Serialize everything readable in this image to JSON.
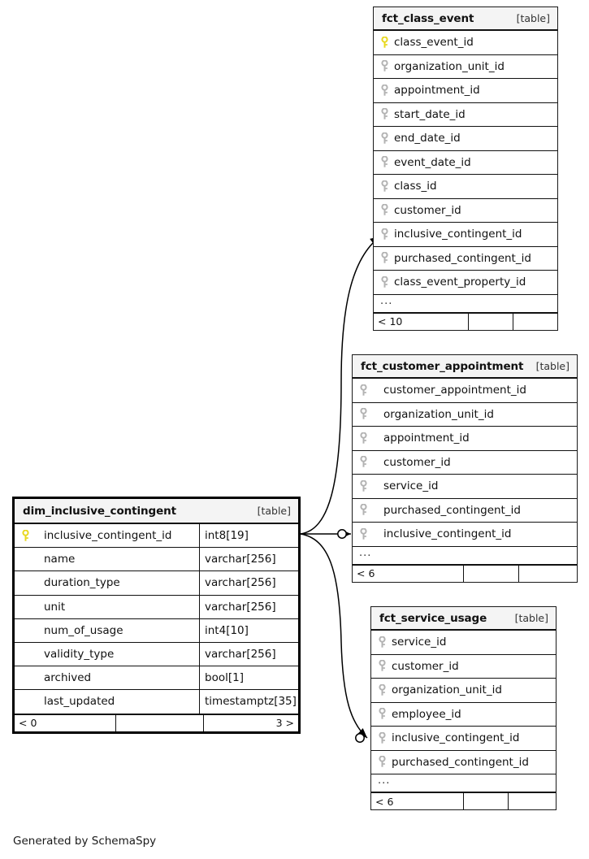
{
  "diagram": {
    "type": "entity-relationship-diagram",
    "generator_credit": "Generated by SchemaSpy",
    "table_tag": "[table]",
    "ellipsis": "...",
    "key_icon_primary": "primary-key-icon",
    "key_icon_foreign": "foreign-key-icon",
    "colors": {
      "primary_key": "#e8d820",
      "foreign_key": "#b3b3b3",
      "header_bg": "#f4f4f4",
      "border": "#111111",
      "page_bg": "#ffffff"
    }
  },
  "tables": {
    "fct_class_event": {
      "name": "fct_class_event",
      "tag": "[table]",
      "columns": [
        {
          "name": "class_event_id",
          "key": "primary"
        },
        {
          "name": "organization_unit_id",
          "key": "foreign"
        },
        {
          "name": "appointment_id",
          "key": "foreign"
        },
        {
          "name": "start_date_id",
          "key": "foreign"
        },
        {
          "name": "end_date_id",
          "key": "foreign"
        },
        {
          "name": "event_date_id",
          "key": "foreign"
        },
        {
          "name": "class_id",
          "key": "foreign"
        },
        {
          "name": "customer_id",
          "key": "foreign"
        },
        {
          "name": "inclusive_contingent_id",
          "key": "foreign"
        },
        {
          "name": "purchased_contingent_id",
          "key": "foreign"
        },
        {
          "name": "class_event_property_id",
          "key": "foreign"
        }
      ],
      "more_indicator": "...",
      "footer": [
        "< 10",
        "",
        ""
      ]
    },
    "fct_customer_appointment": {
      "name": "fct_customer_appointment",
      "tag": "[table]",
      "columns": [
        {
          "name": "customer_appointment_id",
          "key": "foreign"
        },
        {
          "name": "organization_unit_id",
          "key": "foreign"
        },
        {
          "name": "appointment_id",
          "key": "foreign"
        },
        {
          "name": "customer_id",
          "key": "foreign"
        },
        {
          "name": "service_id",
          "key": "foreign"
        },
        {
          "name": "purchased_contingent_id",
          "key": "foreign"
        },
        {
          "name": "inclusive_contingent_id",
          "key": "foreign"
        }
      ],
      "more_indicator": "...",
      "footer": [
        "< 6",
        "",
        ""
      ]
    },
    "fct_service_usage": {
      "name": "fct_service_usage",
      "tag": "[table]",
      "columns": [
        {
          "name": "service_id",
          "key": "foreign"
        },
        {
          "name": "customer_id",
          "key": "foreign"
        },
        {
          "name": "organization_unit_id",
          "key": "foreign"
        },
        {
          "name": "employee_id",
          "key": "foreign"
        },
        {
          "name": "inclusive_contingent_id",
          "key": "foreign"
        },
        {
          "name": "purchased_contingent_id",
          "key": "foreign"
        }
      ],
      "more_indicator": "...",
      "footer": [
        "< 6",
        "",
        ""
      ]
    },
    "dim_inclusive_contingent": {
      "name": "dim_inclusive_contingent",
      "tag": "[table]",
      "columns": [
        {
          "name": "inclusive_contingent_id",
          "type": "int8[19]",
          "key": "primary"
        },
        {
          "name": "name",
          "type": "varchar[256]",
          "key": "none"
        },
        {
          "name": "duration_type",
          "type": "varchar[256]",
          "key": "none"
        },
        {
          "name": "unit",
          "type": "varchar[256]",
          "key": "none"
        },
        {
          "name": "num_of_usage",
          "type": "int4[10]",
          "key": "none"
        },
        {
          "name": "validity_type",
          "type": "varchar[256]",
          "key": "none"
        },
        {
          "name": "archived",
          "type": "bool[1]",
          "key": "none"
        },
        {
          "name": "last_updated",
          "type": "timestamptz[35]",
          "key": "none"
        }
      ],
      "footer": [
        "< 0",
        "",
        "3 >"
      ]
    }
  },
  "relationships": [
    {
      "from": "dim_inclusive_contingent.inclusive_contingent_id",
      "to": "fct_class_event.inclusive_contingent_id"
    },
    {
      "from": "dim_inclusive_contingent.inclusive_contingent_id",
      "to": "fct_customer_appointment.inclusive_contingent_id"
    },
    {
      "from": "dim_inclusive_contingent.inclusive_contingent_id",
      "to": "fct_service_usage.inclusive_contingent_id"
    }
  ]
}
